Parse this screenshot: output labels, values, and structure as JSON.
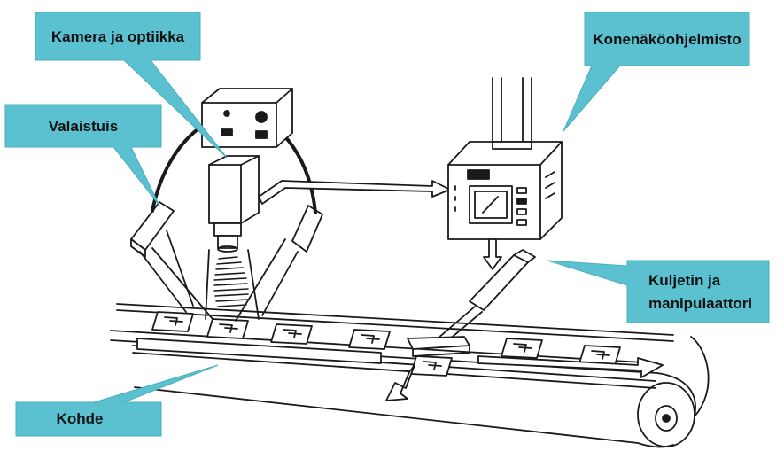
{
  "colors": {
    "callout_fill": "#5bc0cf",
    "callout_stroke": "#4aaebd",
    "line_art": "#1a1a1a",
    "background": "#ffffff"
  },
  "labels": {
    "camera": "Kamera ja optiikka",
    "software": "Konenäköohjelmisto",
    "lighting": "Valaistuis",
    "conveyor_line1": "Kuljetin ja",
    "conveyor_line2": "manipulaattori",
    "target": "Kohde"
  }
}
